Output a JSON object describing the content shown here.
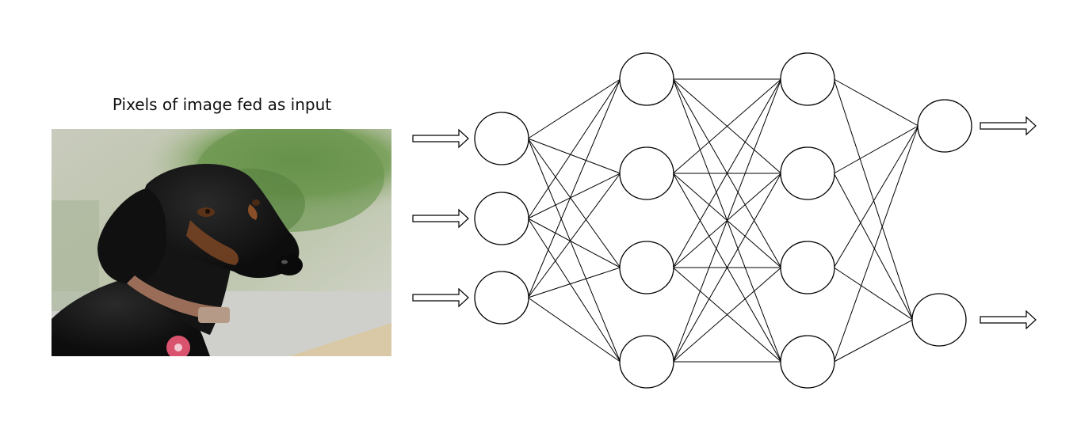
{
  "caption": "Pixels of image fed as input",
  "photo": {
    "subject": "dog photo (black-and-tan dachshund with collar and tag)",
    "colors": {
      "background_green": "#6f9a55",
      "background_light": "#d8dccf",
      "fur": "#151515",
      "tan": "#8a4f28",
      "collar": "#9a6d58",
      "tag": "#d9536f"
    }
  },
  "network": {
    "layers": [
      3,
      4,
      4,
      2
    ],
    "input_arrows": 3,
    "output_arrows": 2,
    "stroke_color": "#000000",
    "fill_color": "#ffffff"
  }
}
